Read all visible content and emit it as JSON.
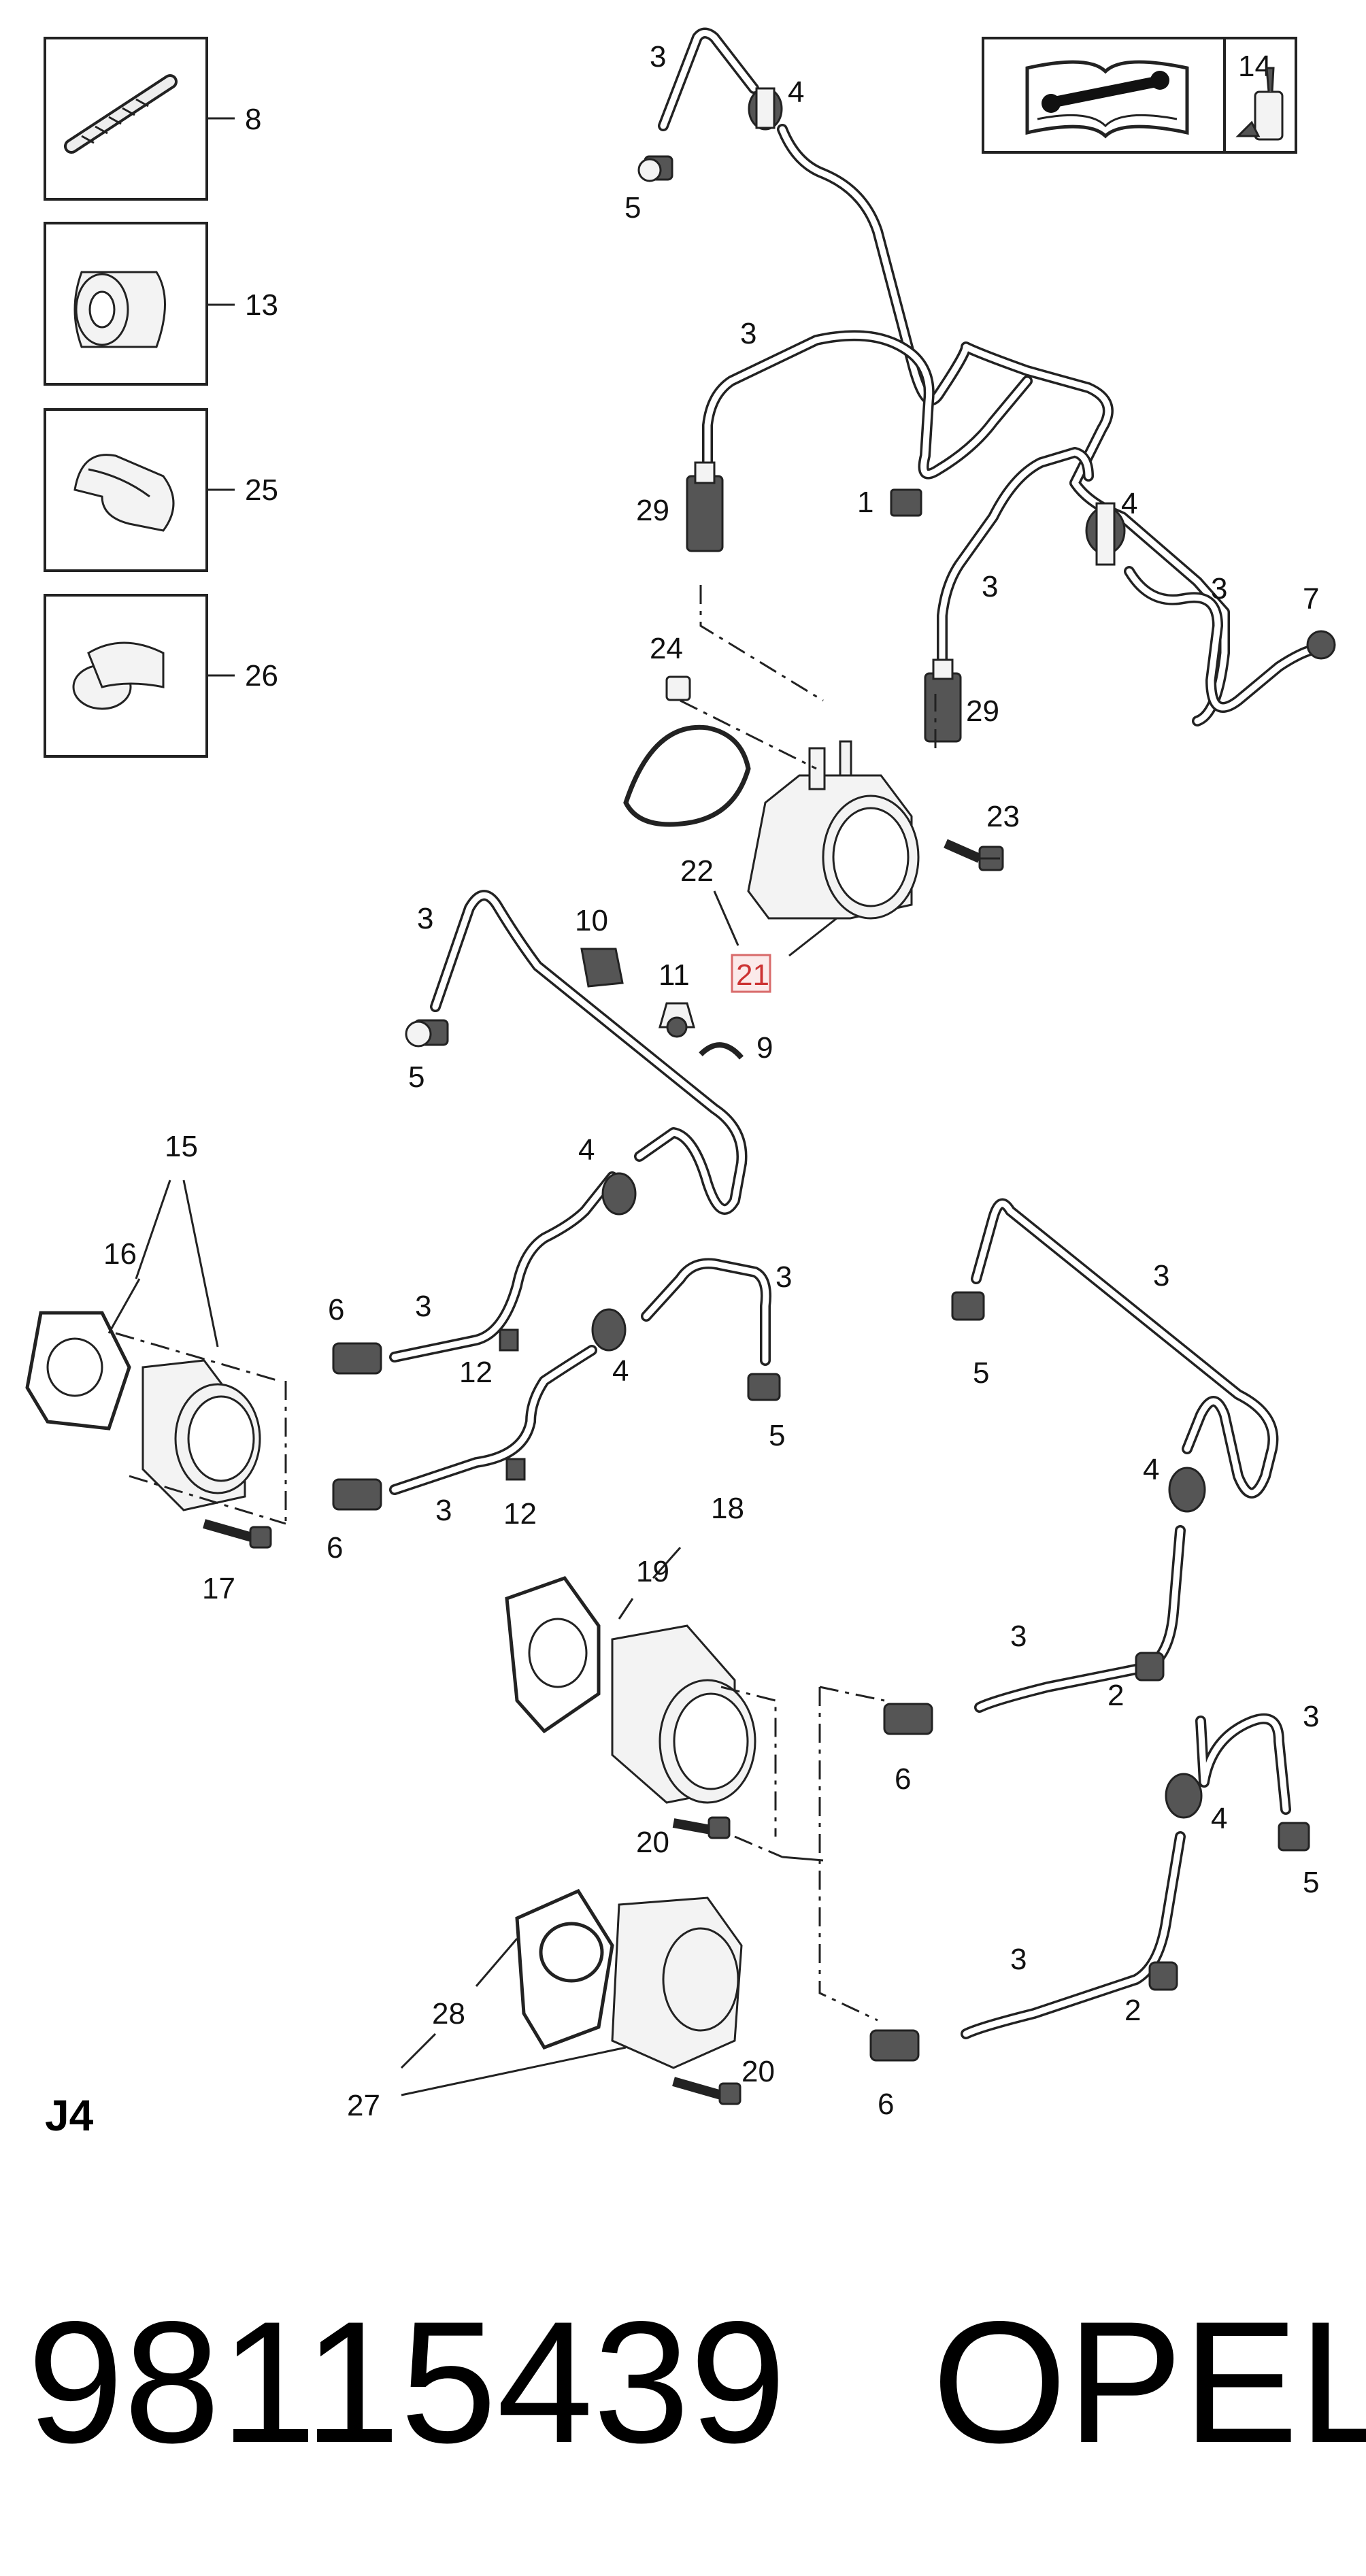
{
  "title": "J4",
  "part_number": "98115439",
  "brand": "OPEL",
  "header_icons": {
    "manual_icon": "service-manual-icon",
    "sealant_label": "14",
    "sealant_icon": "sealant-tube-icon"
  },
  "side_icons": [
    {
      "label": "8",
      "icon": "push-pin-fastener-icon"
    },
    {
      "label": "13",
      "icon": "splined-sleeve-icon"
    },
    {
      "label": "25",
      "icon": "hose-clip-icon"
    },
    {
      "label": "26",
      "icon": "hose-clamp-icon"
    }
  ],
  "callouts": {
    "c3a": "3",
    "c4a": "4",
    "c5a": "5",
    "c3b": "3",
    "c29a": "29",
    "c1": "1",
    "c4b": "4",
    "c3c": "3",
    "c3d": "3",
    "c7": "7",
    "c29b": "29",
    "c24": "24",
    "c23": "23",
    "c22": "22",
    "c21": "21",
    "c3e": "3",
    "c10": "10",
    "c11": "11",
    "c9": "9",
    "c5b": "5",
    "c15": "15",
    "c16": "16",
    "c4c": "4",
    "c6a": "6",
    "c3f": "3",
    "c12a": "12",
    "c3g": "3",
    "c4d": "4",
    "c5c": "5",
    "c6b": "6",
    "c3h": "3",
    "c12b": "12",
    "c17": "17",
    "c3i": "3",
    "c5d": "5",
    "c4e": "4",
    "c18": "18",
    "c19": "19",
    "c20a": "20",
    "c3j": "3",
    "c2a": "2",
    "c6c": "6",
    "c3k": "3",
    "c4f": "4",
    "c5e": "5",
    "c3l": "3",
    "c2b": "2",
    "c28": "28",
    "c20b": "20",
    "c27": "27",
    "c6d": "6"
  }
}
